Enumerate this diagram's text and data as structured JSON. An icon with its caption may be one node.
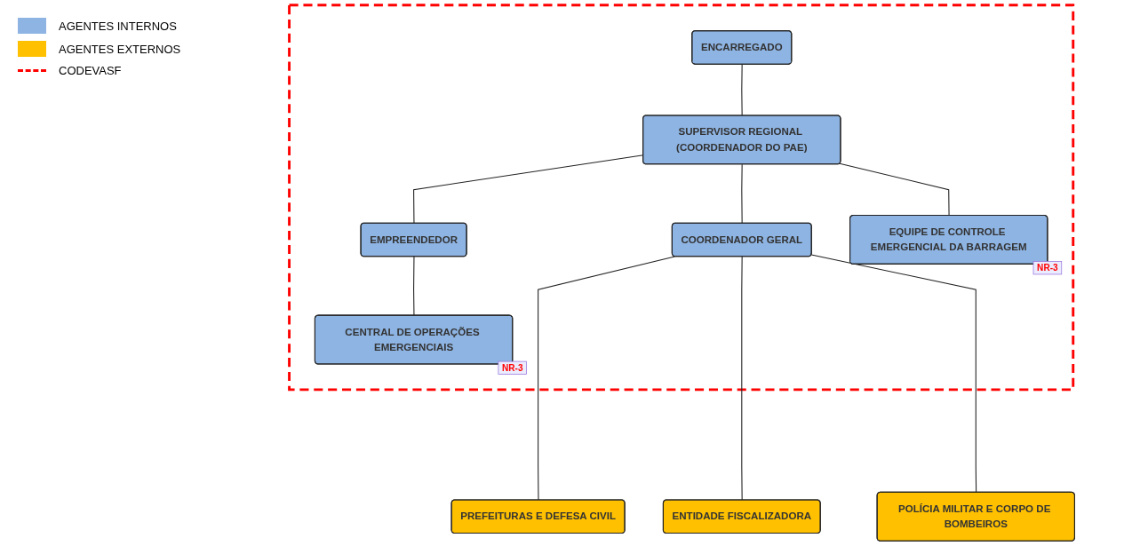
{
  "diagram": {
    "nodes": [
      {
        "text": [],
        "shape": "box"
      },
      {
        "text": [
          "ENCARREGADO"
        ],
        "in": 0
      },
      {
        "text": [
          "EMPREENDEDOR"
        ],
        "in": 0
      },
      {
        "text": [
          "SUPERVISOR REGIONAL (COORDENADOR DO PAE)"
        ],
        "in": 0
      },
      {
        "text": [
          "EQUIPE DE CONTROLE EMERGENCIAL DA BARRAGEM"
        ],
        "in": 0,
        "beside": [
          "NR-3"
        ]
      },
      {
        "text": [
          "CENTRAL DE OPERAÇÕES EMERGENCIAIS"
        ],
        "in": 0,
        "beside": [
          "NR-3"
        ]
      },
      {
        "text": [
          "COORDENADOR GERAL"
        ],
        "in": 0
      },
      {
        "text": [
          "PREFEITURAS E DEFESA CIVIL"
        ]
      },
      {
        "text": [
          "ENTIDADE FISCALIZADORA"
        ]
      },
      {
        "text": [
          "POLÍCIA MILITAR E CORPO DE BOMBEIROS"
        ]
      }
    ],
    "edges": [
      {
        "from": 1,
        "to": 3,
        "arrow": "none"
      },
      {
        "from": 3,
        "to": 2,
        "arrow": "none"
      },
      {
        "from": 3,
        "to": 4,
        "arrow": "none"
      },
      {
        "from": 2,
        "to": 5,
        "arrow": "none"
      },
      {
        "from": 3,
        "to": 6,
        "arrow": "none"
      },
      {
        "from": 6,
        "to": 7,
        "arrow": "none"
      },
      {
        "from": 6,
        "to": 8,
        "arrow": "none"
      },
      {
        "from": 6,
        "to": 9,
        "arrow": "none"
      }
    ],
    "legend": [
      {
        "text": "AGENTES INTERNOS",
        "color": "#8eb4e3"
      },
      {
        "text": "AGENTES EXTERNOS",
        "color": "#ffc000"
      },
      {
        "text": "CODEVASF"
      }
    ]
  }
}
